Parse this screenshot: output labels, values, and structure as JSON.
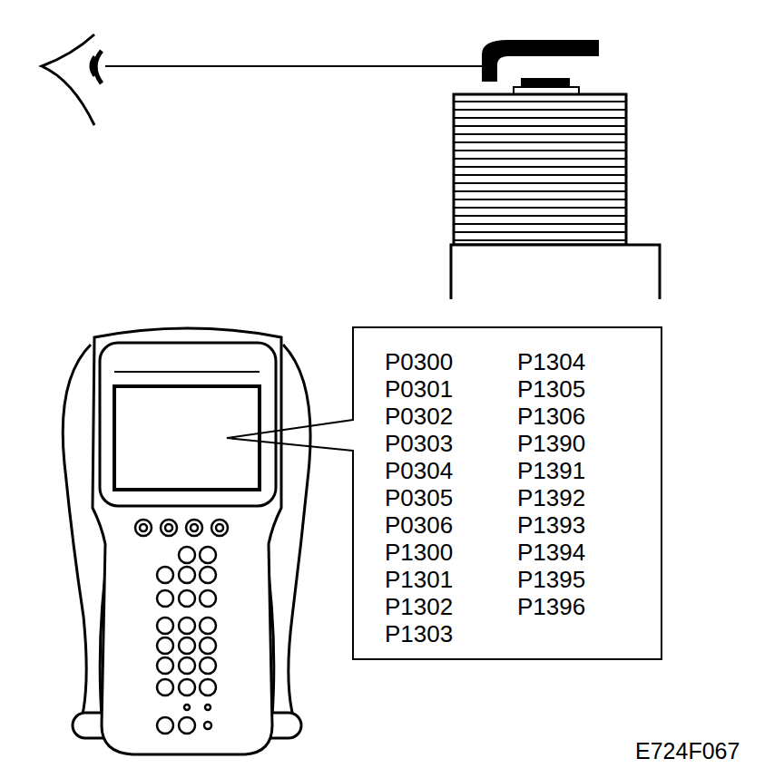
{
  "diagram": {
    "nodes": [
      {
        "text": [
          "P0300",
          "P0301",
          "P0302",
          "P0303",
          "P0304",
          "P0305",
          "P0306",
          "P1300",
          "P1301",
          "P1302",
          "P1303",
          "P1304",
          "P1305",
          "P1306",
          "P1390",
          "P1391",
          "P1392",
          "P1393",
          "P1394",
          "P1395",
          "P1396"
        ]
      }
    ],
    "labels": [
      "E724F067"
    ]
  }
}
